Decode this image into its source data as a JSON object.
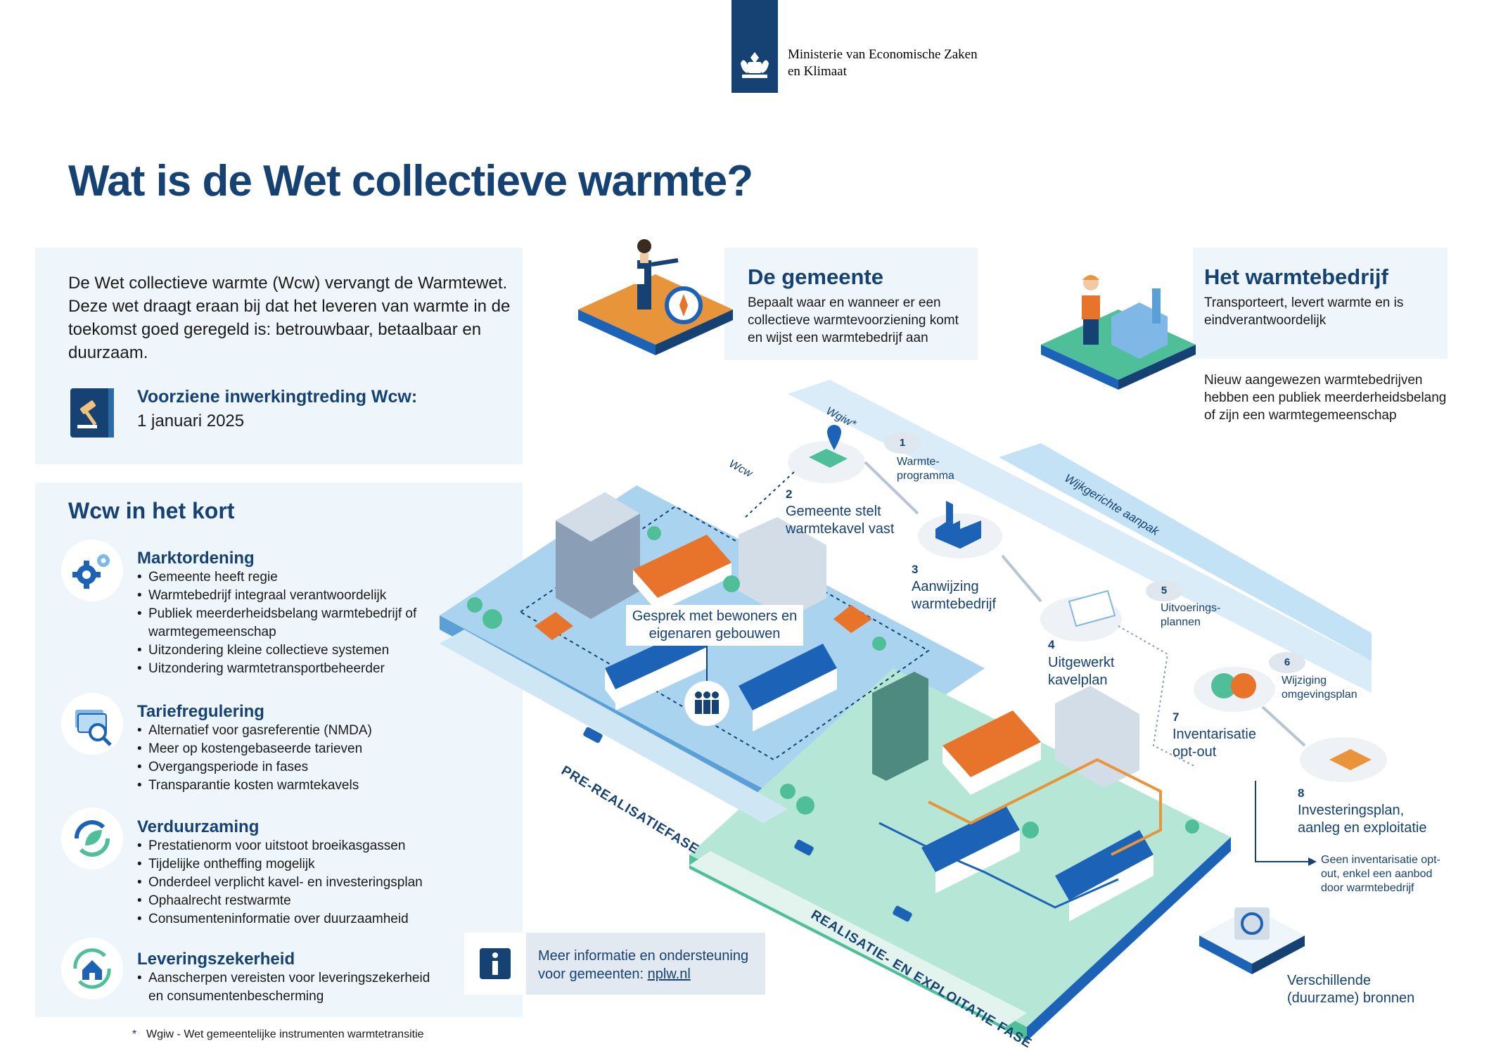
{
  "header": {
    "ministry_line1": "Ministerie van Economische Zaken",
    "ministry_line2": "en Klimaat"
  },
  "title": "Wat is de Wet collectieve warmte?",
  "intro": {
    "text": "De Wet collectieve warmte (Wcw) vervangt de Warmtewet. Deze wet draagt eraan bij dat het leveren van warmte in de toekomst goed geregeld is: betrouwbaar, betaalbaar en duurzaam.",
    "date_label": "Voorziene inwerkingtreding Wcw:",
    "date_value": "1 januari 2025"
  },
  "kort": {
    "title": "Wcw in het kort",
    "sections": [
      {
        "title": "Marktordening",
        "icon": "gears-icon",
        "items": [
          "Gemeente heeft regie",
          "Warmtebedrijf integraal verantwoordelijk",
          "Publiek meerderheidsbelang warmtebedrijf of warmtegemeenschap",
          "Uitzondering kleine collectieve systemen",
          "Uitzondering warmtetransportbeheerder"
        ]
      },
      {
        "title": "Tariefregulering",
        "icon": "money-search-icon",
        "items": [
          "Alternatief voor gasreferentie (NMDA)",
          "Meer op kostengebaseerde tarieven",
          "Overgangsperiode in fases",
          "Transparantie kosten warmtekavels"
        ]
      },
      {
        "title": "Verduurzaming",
        "icon": "leaf-recycle-icon",
        "items": [
          "Prestatienorm voor uitstoot broeikasgassen",
          "Tijdelijke ontheffing mogelijk",
          "Onderdeel verplicht kavel- en investeringsplan",
          "Ophaalrecht restwarmte",
          "Consumenteninformatie over duurzaamheid"
        ]
      },
      {
        "title": "Leveringszekerheid",
        "icon": "house-cycle-icon",
        "items": [
          "Aanscherpen vereisten voor leveringszekerheid en consumentenbescherming"
        ]
      }
    ]
  },
  "footnote": "Wgiw  - Wet gemeentelijke instrumenten warmtetransitie",
  "footnote_star": "*",
  "gemeente": {
    "title": "De gemeente",
    "desc": "Bepaalt waar en wanneer er een collectieve warmtevoorziening komt en wijst een warmtebedrijf aan"
  },
  "warmtebedrijf": {
    "title": "Het warmtebedrijf",
    "desc": "Transporteert, levert warmte en is eindverantwoordelijk",
    "note": "Nieuw aangewezen warmtebedrijven hebben een publiek meerderheidsbelang of zijn een warmtegemeenschap"
  },
  "diagram": {
    "wgiw": "Wgiw*",
    "wcw": "Wcw",
    "wijkgericht": "Wijkgerichte aanpak",
    "gesprek": "Gesprek met bewoners en eigenaren gebouwen",
    "pre_phase": "PRE-REALISATIEFASE",
    "real_phase": "REALISATIE- EN EXPLOITATIE FASE",
    "steps": [
      {
        "num": "1",
        "label": "Warmte-programma"
      },
      {
        "num": "2",
        "label": "Gemeente stelt warmtekavel vast"
      },
      {
        "num": "3",
        "label": "Aanwijzing warmtebedrijf"
      },
      {
        "num": "4",
        "label": "Uitgewerkt kavelplan"
      },
      {
        "num": "5",
        "label": "Uitvoerings-plannen"
      },
      {
        "num": "6",
        "label": "Wijziging omgevingsplan"
      },
      {
        "num": "7",
        "label": "Inventarisatie opt-out"
      },
      {
        "num": "8",
        "label": "Investeringsplan, aanleg en exploitatie"
      }
    ],
    "step1_l1": "Warmte-",
    "step1_l2": "programma",
    "step2_l1": "Gemeente stelt",
    "step2_l2": "warmtekavel vast",
    "step3_l1": "Aanwijzing",
    "step3_l2": "warmtebedrijf",
    "step4_l1": "Uitgewerkt",
    "step4_l2": "kavelplan",
    "step5_l1": "Uitvoerings-",
    "step5_l2": "plannen",
    "step6_l1": "Wijziging",
    "step6_l2": "omgevingsplan",
    "step7_l1": "Inventarisatie",
    "step7_l2": "opt-out",
    "step8_l1": "Investeringsplan,",
    "step8_l2": "aanleg en exploitatie",
    "branch_note_l1": "Geen inventarisatie opt-",
    "branch_note_l2": "out, enkel een aanbod",
    "branch_note_l3": "door warmtebedrijf",
    "bronnen_l1": "Verschillende",
    "bronnen_l2": "(duurzame) bronnen"
  },
  "info": {
    "line1": "Meer informatie  en ondersteuning",
    "line2": "voor gemeenten: ",
    "link": "nplw.nl"
  },
  "colors": {
    "navy": "#154273",
    "panel": "#eef5fb",
    "pre_platform": "#a9d3ee",
    "real_platform": "#b5e6d6",
    "orange": "#e8732a",
    "roof_blue": "#1c63b7"
  }
}
